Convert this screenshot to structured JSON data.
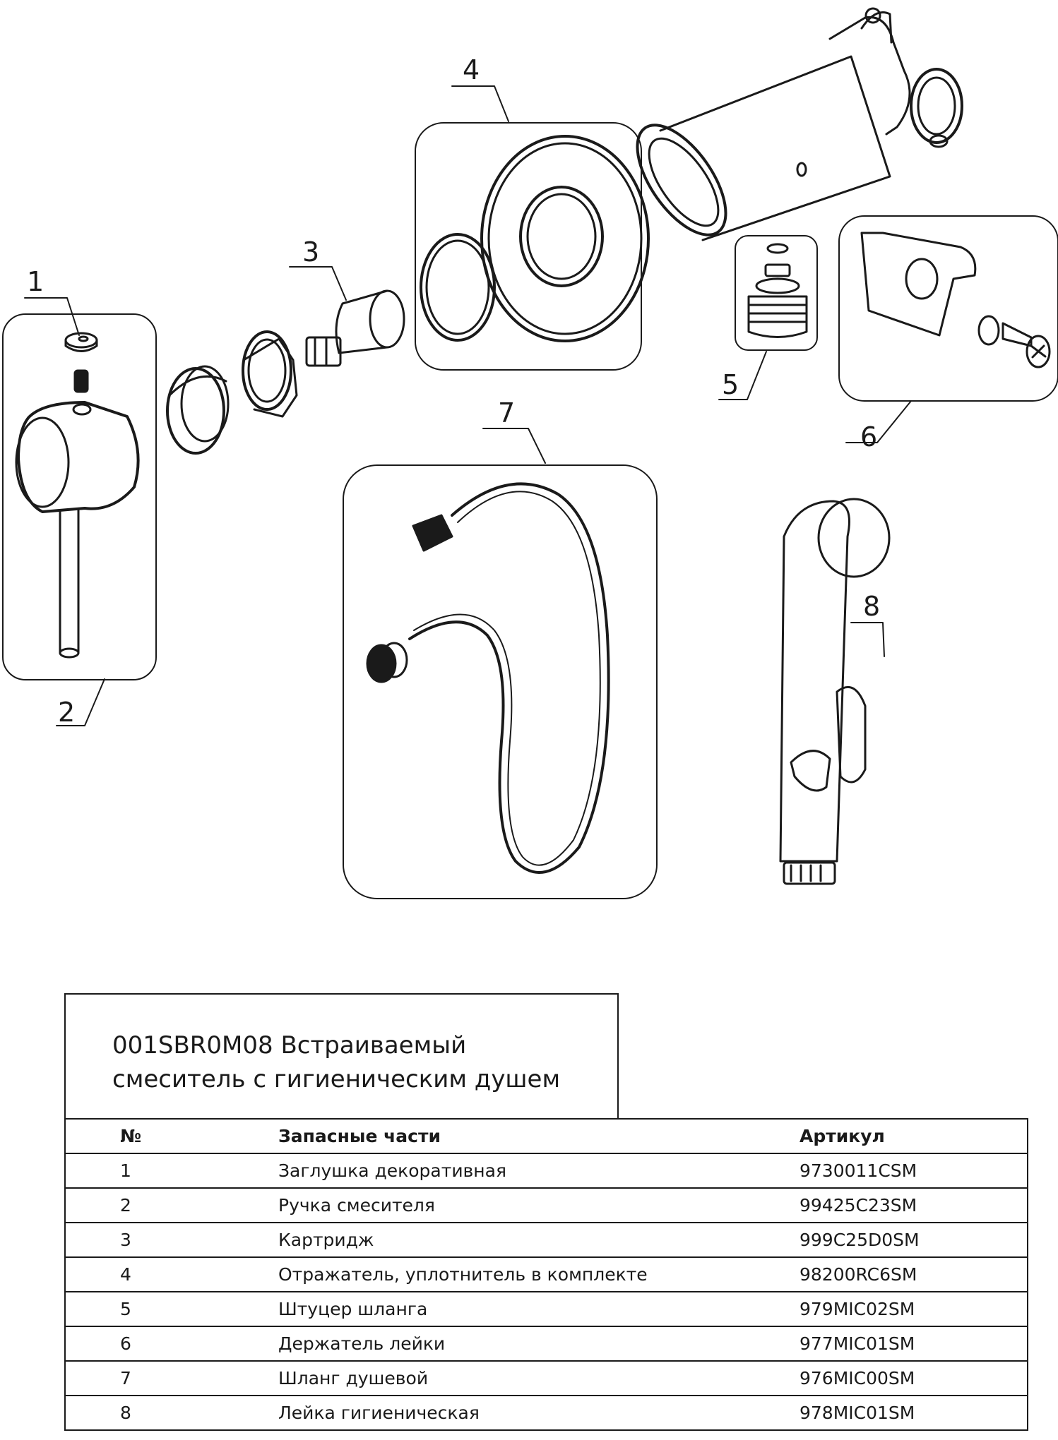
{
  "callouts": {
    "c1": "1",
    "c2": "2",
    "c3": "3",
    "c4": "4",
    "c5": "5",
    "c6": "6",
    "c7": "7",
    "c8": "8"
  },
  "title": {
    "line1": "001SBR0M08 Встраиваемый",
    "line2": "смеситель с гигиеническим душем"
  },
  "table": {
    "headers": {
      "no": "№",
      "name": "Запасные части",
      "article": "Артикул"
    },
    "rows": [
      {
        "no": "1",
        "name": "Заглушка декоративная",
        "article": "9730011CSM"
      },
      {
        "no": "2",
        "name": "Ручка смесителя",
        "article": "99425C23SM"
      },
      {
        "no": "3",
        "name": "Картридж",
        "article": "999C25D0SM"
      },
      {
        "no": "4",
        "name": "Отражатель, уплотнитель в комплекте",
        "article": "98200RC6SM"
      },
      {
        "no": "5",
        "name": "Штуцер шланга",
        "article": "979MIC02SM"
      },
      {
        "no": "6",
        "name": "Держатель лейки",
        "article": "977MIC01SM"
      },
      {
        "no": "7",
        "name": "Шланг душевой",
        "article": "976MIC00SM"
      },
      {
        "no": "8",
        "name": "Лейка гигиеническая",
        "article": "978MIC01SM"
      }
    ]
  }
}
